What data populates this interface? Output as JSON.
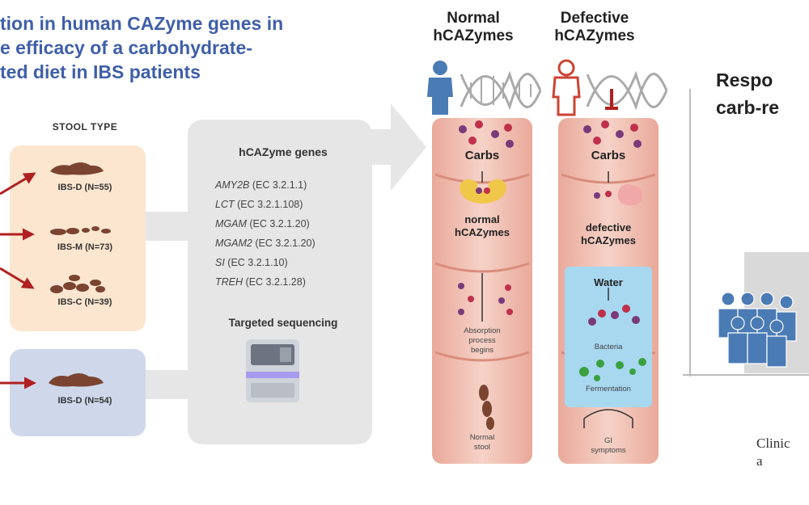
{
  "title": "tion in human CAZyme genes in\ne efficacy of a carbohydrate-\nted diet in IBS patients",
  "stool_type_label": "STOOL TYPE",
  "groups": [
    {
      "label": "IBS-D (N=55)"
    },
    {
      "label": "IBS-M (N=73)"
    },
    {
      "label": "IBS-C (N=39)"
    },
    {
      "label": "IBS-D (N=54)"
    }
  ],
  "genes_title": "hCAZyme genes",
  "genes": [
    {
      "name": "AMY2B",
      "ec": "(EC 3.2.1.1)"
    },
    {
      "name": "LCT",
      "ec": "(EC 3.2.1.108)"
    },
    {
      "name": "MGAM",
      "ec": "(EC 3.2.1.20)"
    },
    {
      "name": "MGAM2",
      "ec": "(EC 3.2.1.20)"
    },
    {
      "name": "SI",
      "ec": "(EC 3.2.1.10)"
    },
    {
      "name": "TREH",
      "ec": "(EC 3.2.1.28)"
    }
  ],
  "sequencing_label": "Targeted sequencing",
  "normal": {
    "heading": "Normal\nhCAZymes",
    "carbs": "Carbs",
    "enzyme": "normal\nhCAZymes",
    "absorption": "Absorption\nprocess\nbegins",
    "stool": "Normal\nstool"
  },
  "defective": {
    "heading": "Defective\nhCAZymes",
    "carbs": "Carbs",
    "enzyme": "defective\nhCAZymes",
    "water": "Water",
    "bacteria": "Bacteria",
    "fermentation": "Fermentation",
    "gi": "GI\nsymptoms"
  },
  "response_label": "Respo\ncarb-re",
  "clinical_label": "Clinic\na",
  "colors": {
    "title_blue": "#3f5fa8",
    "arrow_red": "#b02020",
    "stool_brown": "#7a4430",
    "gut_pink": "#f2c3b6",
    "person_blue": "#4a7bb5",
    "person_red": "#cc4433",
    "water_blue": "#a7d8f0",
    "carb_purple": "#7a3a7a",
    "carb_red": "#c0304a",
    "bacteria_green": "#3aa040",
    "enzyme_yellow": "#f1c74a"
  }
}
